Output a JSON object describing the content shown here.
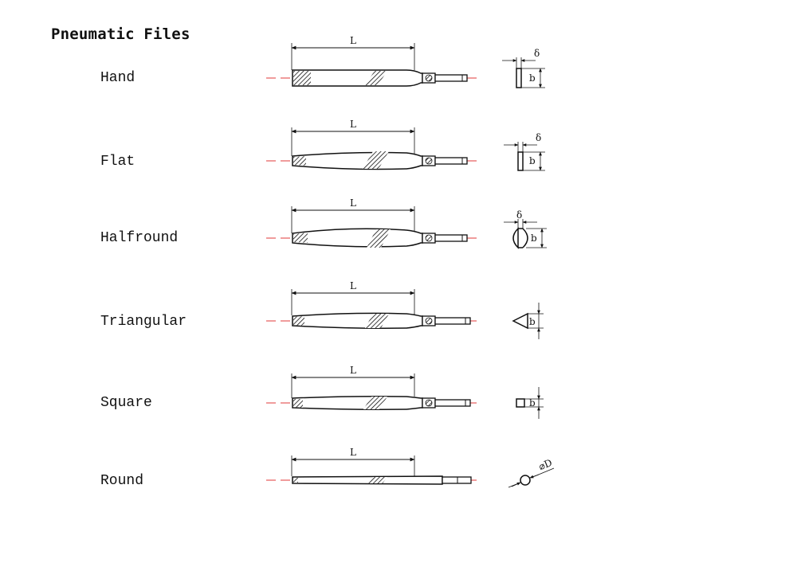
{
  "title": "Pneumatic Files",
  "files": [
    {
      "name": "Hand",
      "length_label": "L",
      "section": "flat-section",
      "dims": [
        "δ",
        "b"
      ]
    },
    {
      "name": "Flat",
      "length_label": "L",
      "section": "flat-section",
      "dims": [
        "δ",
        "b"
      ]
    },
    {
      "name": "Halfround",
      "length_label": "L",
      "section": "halfround-section",
      "dims": [
        "δ",
        "b"
      ]
    },
    {
      "name": "Triangular",
      "length_label": "L",
      "section": "triangle-section",
      "dims": [
        "b"
      ]
    },
    {
      "name": "Square",
      "length_label": "L",
      "section": "square-section",
      "dims": [
        "b"
      ]
    },
    {
      "name": "Round",
      "length_label": "L",
      "section": "round-section",
      "dims": [
        "⌀D"
      ]
    }
  ],
  "colors": {
    "centerline": "#e23a3a",
    "ink": "#111111"
  }
}
